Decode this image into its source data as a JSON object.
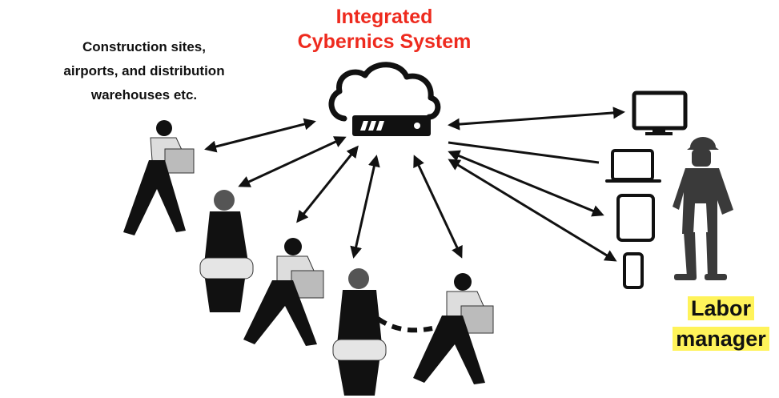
{
  "title": {
    "line1": "Integrated",
    "line2": "Cybernics System"
  },
  "sites_label": {
    "line1": "Construction sites,",
    "line2": "airports, and distribution",
    "line3": "warehouses etc."
  },
  "manager_label": {
    "line1": "Labor",
    "line2": "manager"
  },
  "colors": {
    "title": "#ee2a1e",
    "highlight": "#fff35a",
    "ink": "#111111"
  }
}
